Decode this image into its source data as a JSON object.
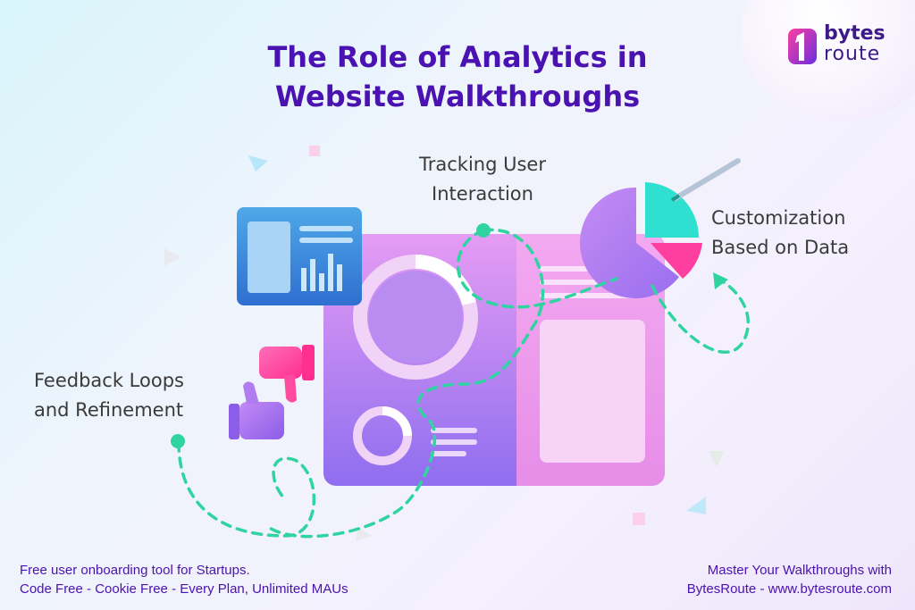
{
  "title_line1": "The Role of Analytics in",
  "title_line2": "Website Walkthroughs",
  "brand": {
    "line1": "bytes",
    "line2": "route"
  },
  "labels": {
    "tracking": {
      "line1": "Tracking User",
      "line2": "Interaction"
    },
    "customization": {
      "line1": "Customization",
      "line2": "Based on Data"
    },
    "feedback": {
      "line1": "Feedback Loops",
      "line2": "and Refinement"
    }
  },
  "footer_left": {
    "line1": "Free user onboarding tool for Startups.",
    "line2": "Code Free - Cookie Free - Every Plan, Unlimited MAUs"
  },
  "footer_right": {
    "line1": "Master Your Walkthroughs with",
    "line2": "BytesRoute - www.bytesroute.com"
  },
  "icons": [
    "dashboard-icon",
    "pie-chart-icon",
    "thumbs-up-icon",
    "thumbs-down-icon",
    "logo-icon"
  ],
  "colors": {
    "title": "#4a12b0",
    "accent": "#2fd4a0",
    "purple": "#a77cf0",
    "pink": "#ff3fa0",
    "teal": "#2fe0d0"
  }
}
